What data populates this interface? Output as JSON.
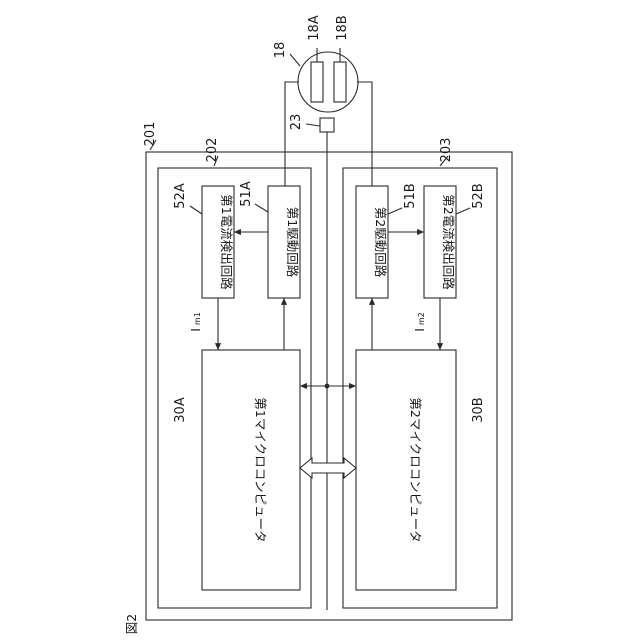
{
  "figure": {
    "title": "図2"
  },
  "refs": {
    "r201": "201",
    "r202": "202",
    "r203": "203",
    "r18": "18",
    "r18A": "18A",
    "r18B": "18B",
    "r23": "23",
    "r52A": "52A",
    "r51A": "51A",
    "r51B": "51B",
    "r52B": "52B",
    "r30A": "30A",
    "r30B": "30B"
  },
  "blocks": {
    "b52A": "第1電流検出回路",
    "b51A": "第1駆動回路",
    "b51B": "第2駆動回路",
    "b52B": "第2電流検出回路",
    "b30A": "第1マイクロコンピュータ",
    "b30B": "第2マイクロコンピュータ"
  },
  "signals": {
    "im1_main": "I",
    "im1_sub": "m1",
    "im2_main": "I",
    "im2_sub": "m2"
  }
}
